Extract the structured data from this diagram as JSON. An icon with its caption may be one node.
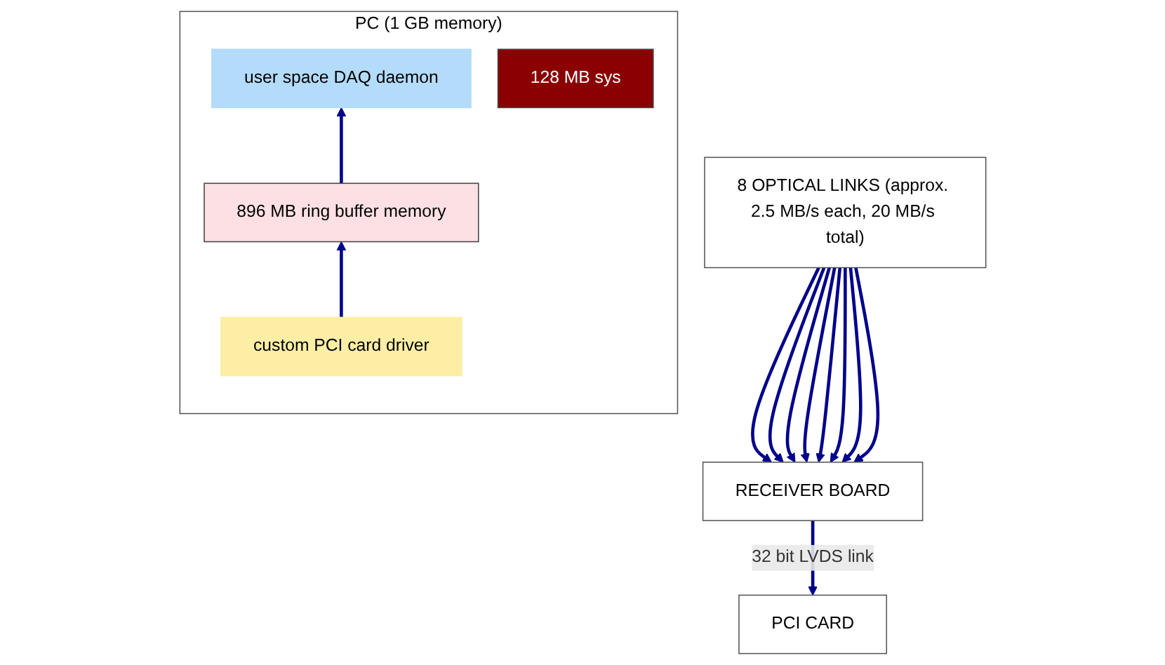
{
  "diagram": {
    "nodes": [
      {
        "text": [
          "8 OPTICAL LINKS (approx. 2.5 MB/s each, 20 MB/s total)"
        ]
      },
      {
        "text": [
          "RECEIVER BOARD"
        ]
      },
      {
        "text": [
          "PC (1 GB memory)"
        ]
      },
      {
        "text": [
          "user space DAQ daemon"
        ],
        "in": 2
      },
      {
        "text": [
          "128 MB sys"
        ],
        "in": 2
      },
      {
        "text": [
          "896 MB ring buffer memory"
        ],
        "in": 2
      },
      {
        "text": [
          "custom PCI card driver"
        ],
        "in": 2
      },
      {
        "text": [
          "PCI CARD"
        ]
      }
    ],
    "edges": [
      {
        "from": 0,
        "to": 1,
        "arrow": "to"
      },
      {
        "from": 0,
        "to": 1,
        "arrow": "to"
      },
      {
        "from": 0,
        "to": 1,
        "arrow": "to"
      },
      {
        "from": 0,
        "to": 1,
        "arrow": "to"
      },
      {
        "from": 0,
        "to": 1,
        "arrow": "to"
      },
      {
        "from": 0,
        "to": 1,
        "arrow": "to"
      },
      {
        "from": 0,
        "to": 1,
        "arrow": "to"
      },
      {
        "from": 0,
        "to": 1,
        "arrow": "to"
      },
      {
        "from": 1,
        "to": 7,
        "arrow": "to",
        "label": "32 bit LVDS link"
      },
      {
        "from": 6,
        "to": 5,
        "arrow": "to"
      },
      {
        "from": 5,
        "to": 3,
        "arrow": "to"
      }
    ]
  }
}
